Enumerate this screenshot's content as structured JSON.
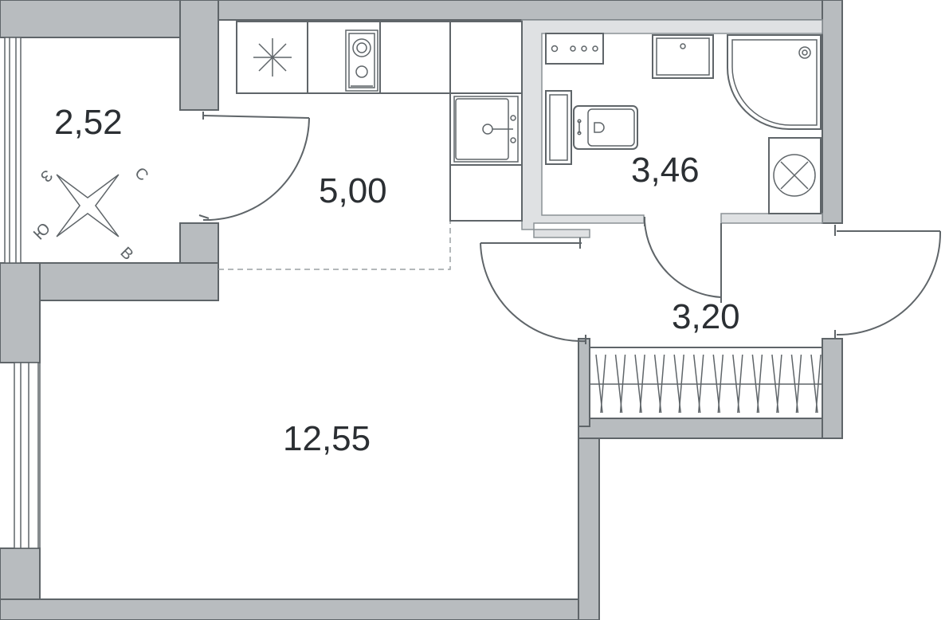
{
  "rooms": [
    {
      "id": "balcony",
      "area": "2,52"
    },
    {
      "id": "kitchen",
      "area": "5,00"
    },
    {
      "id": "bathroom",
      "area": "3,46"
    },
    {
      "id": "hallway",
      "area": "3,20"
    },
    {
      "id": "living",
      "area": "12,55"
    }
  ],
  "compass": {
    "north": "С",
    "south": "Ю",
    "east": "В",
    "west": "З"
  },
  "icons": [
    "snowflake-icon",
    "stove-icon",
    "sink-icon",
    "toilet-icon",
    "shower-icon",
    "washing-machine-icon",
    "compass-icon"
  ],
  "colors": {
    "wall": "#b8bcbf",
    "stroke": "#5f6569",
    "text": "#2b2f33"
  }
}
